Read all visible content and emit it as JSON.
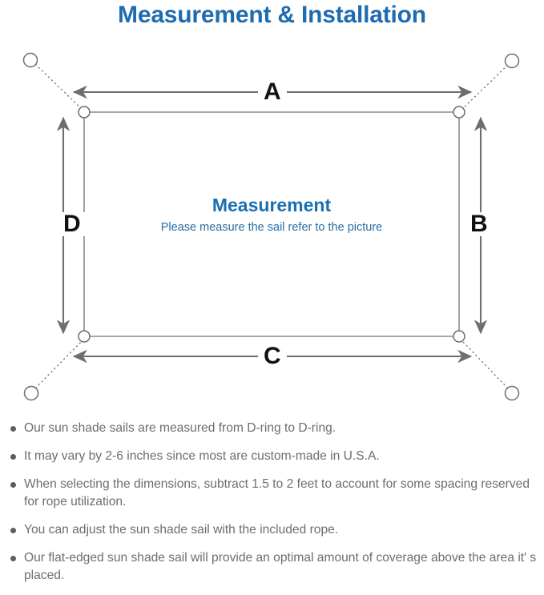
{
  "page": {
    "title": "Measurement & Installation",
    "title_color": "#1e6cb0",
    "background": "#ffffff"
  },
  "diagram": {
    "name": "sun-shade-sail-measurement-diagram",
    "sail": {
      "caption_headline": "Measurement",
      "caption_subline": "Please measure the sail refer to the picture",
      "headline_color": "#1a6fae",
      "subline_color": "#2a6da0",
      "outline_color": "#8b8b8b"
    },
    "dimension_labels": {
      "top": "A",
      "right": "B",
      "bottom": "C",
      "left": "D"
    },
    "arrow_color": "#6e6e6e",
    "anchor_line_style": "dotted",
    "anchor_points": [
      {
        "name": "top-left-anchor-ring"
      },
      {
        "name": "top-right-anchor-ring"
      },
      {
        "name": "bottom-left-anchor-ring"
      },
      {
        "name": "bottom-right-anchor-ring"
      }
    ],
    "corner_rings": [
      {
        "name": "top-left-d-ring"
      },
      {
        "name": "top-right-d-ring"
      },
      {
        "name": "bottom-left-d-ring"
      },
      {
        "name": "bottom-right-d-ring"
      }
    ]
  },
  "notes": {
    "text_color": "#6d6d6d",
    "bullet_color": "#5e5e5e",
    "items": [
      "Our sun shade sails are measured from D-ring to D-ring.",
      "It may vary by 2-6 inches since most are custom-made in U.S.A.",
      "When selecting the dimensions, subtract 1.5 to 2 feet to account for some spacing reserved for rope utilization.",
      "You can adjust the sun shade sail with the included rope.",
      "Our flat-edged sun shade sail will provide an optimal amount of coverage above the area it′ s placed."
    ]
  }
}
